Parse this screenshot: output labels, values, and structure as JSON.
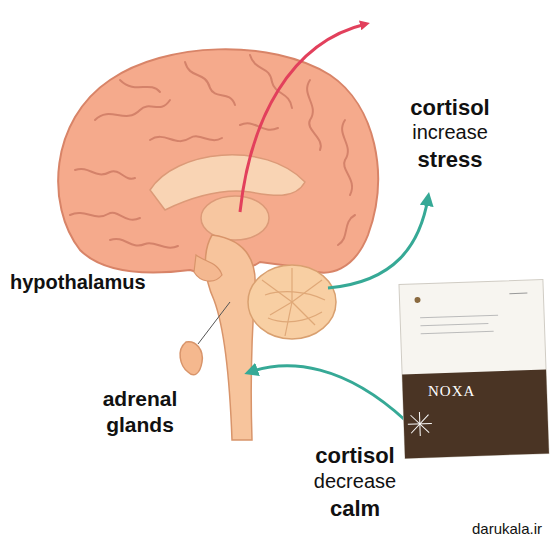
{
  "diagram": {
    "labels": [
      "cortisol",
      "increase",
      "stress",
      "hypothalamus",
      "adrenal glands",
      "cortisol",
      "decrease",
      "calm",
      "NOXA",
      "darukala.ir"
    ]
  }
}
